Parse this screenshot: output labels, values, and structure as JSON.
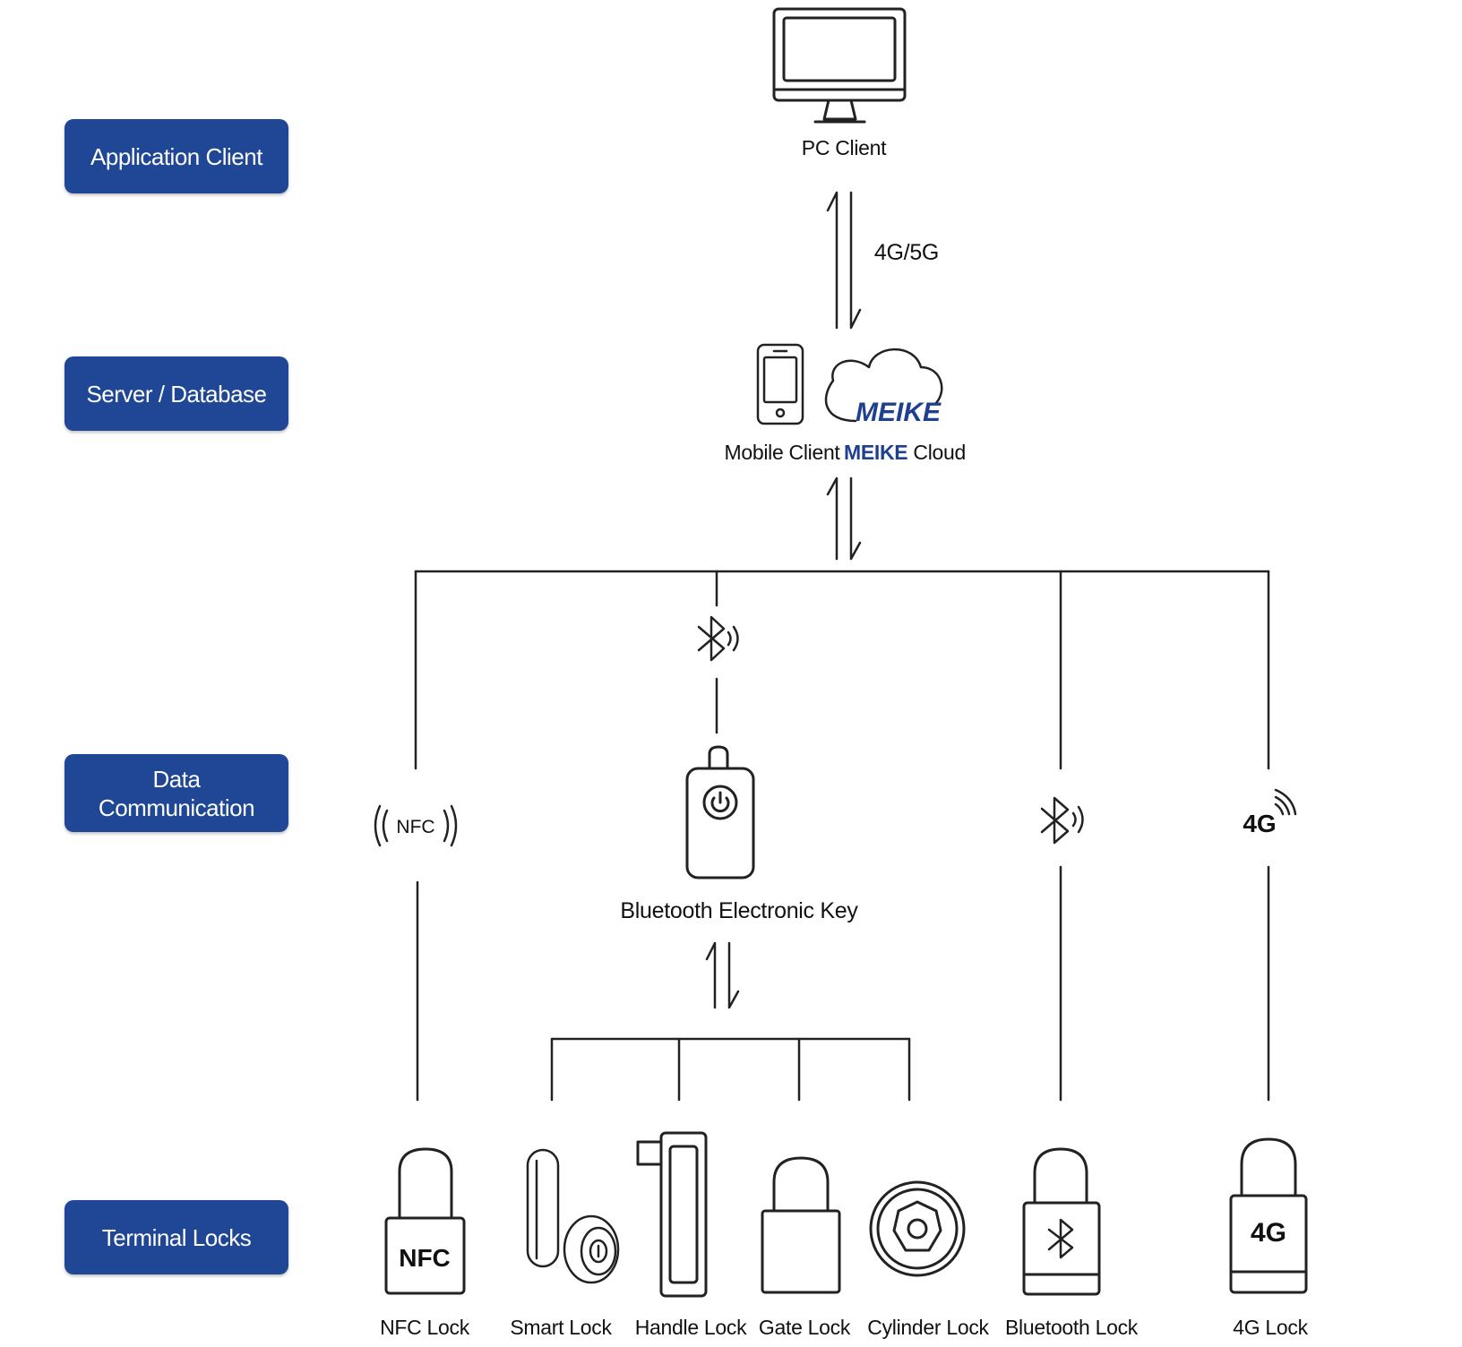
{
  "layers": {
    "application_client": "Application Client",
    "server_database": "Server / Database",
    "data_communication": "Data\nCommunication",
    "terminal_locks": "Terminal Locks"
  },
  "top": {
    "pc_client": "PC Client",
    "link_label": "4G/5G",
    "mobile_client": "Mobile Client",
    "cloud_logo": "MEIKE",
    "cloud_brand": "MEIKE",
    "cloud_suffix": " Cloud"
  },
  "comm": {
    "nfc_badge": "NFC",
    "fourg_badge": "4G",
    "bluetooth_key": "Bluetooth Electronic Key"
  },
  "locks": {
    "nfc_lock": "NFC Lock",
    "nfc_body_text": "NFC",
    "smart_lock": "Smart Lock",
    "handle_lock": "Handle Lock",
    "gate_lock": "Gate Lock",
    "cylinder_lock": "Cylinder Lock",
    "bluetooth_lock": "Bluetooth Lock",
    "fourg_lock": "4G Lock",
    "fourg_body_text": "4G"
  },
  "colors": {
    "accent": "#1f4796",
    "line": "#222222"
  }
}
